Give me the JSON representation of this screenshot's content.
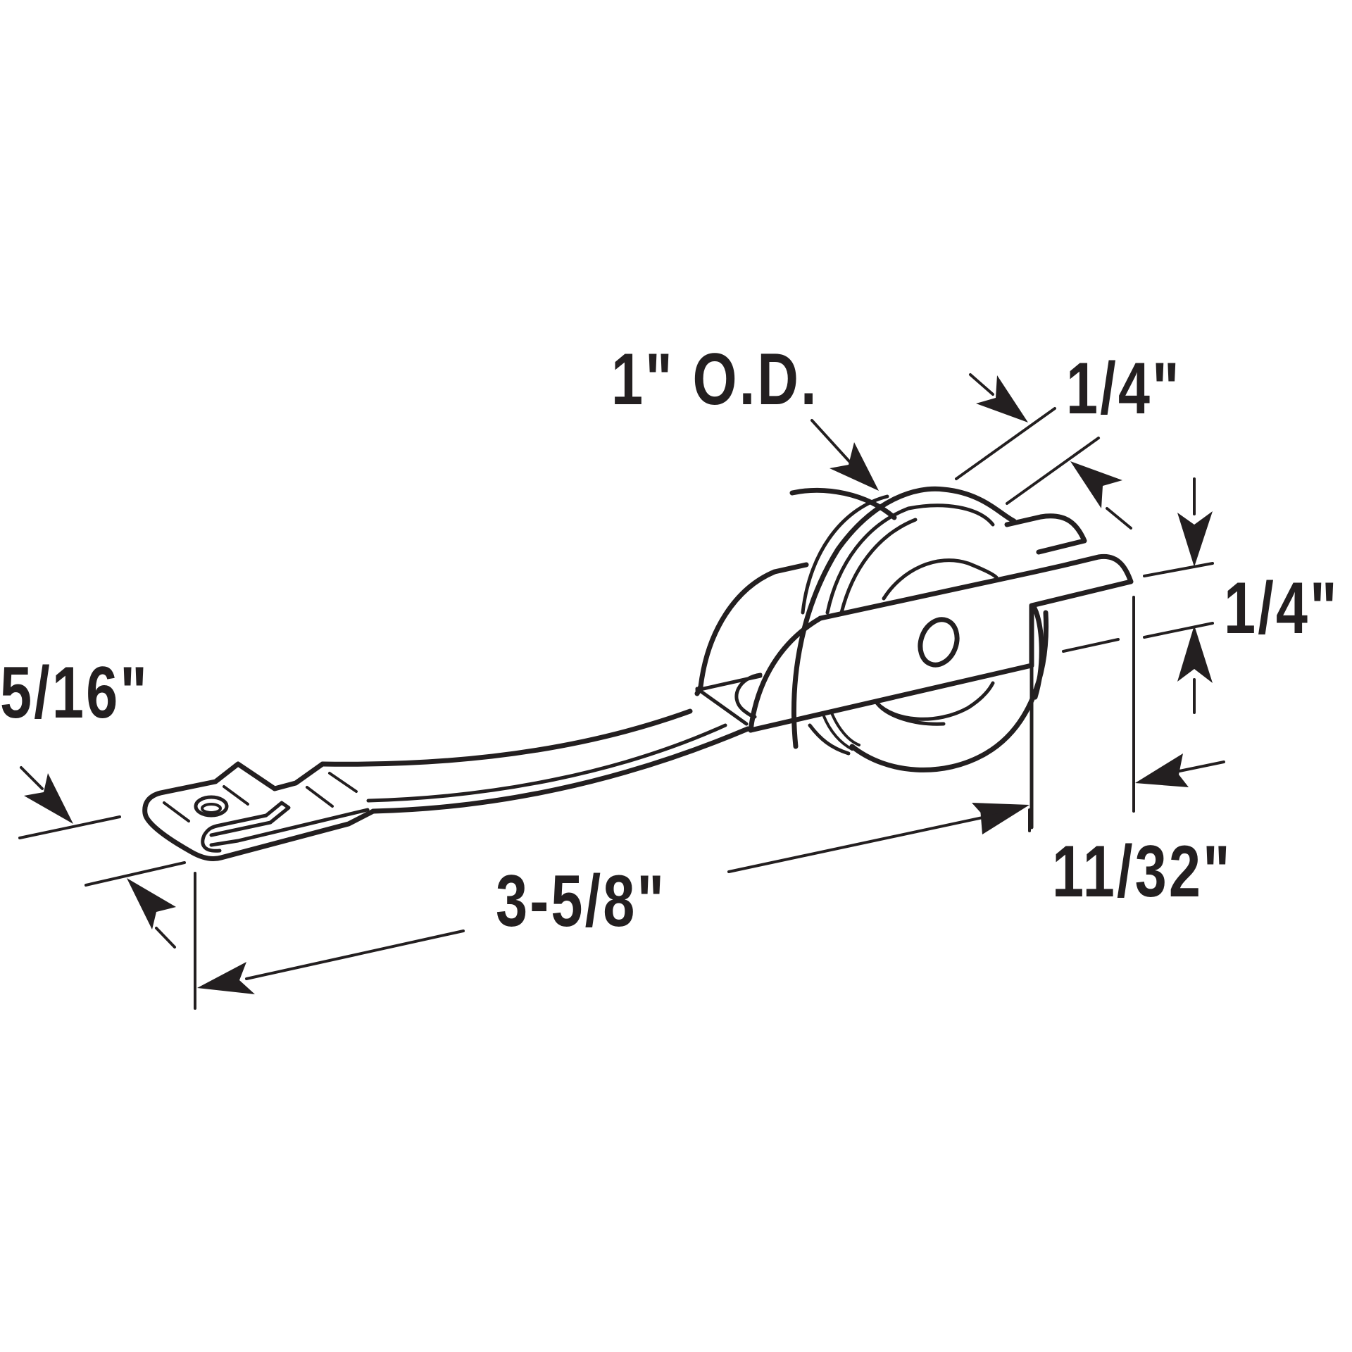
{
  "diagram": {
    "subject": "sliding door roller assembly",
    "line_color": "#231f20",
    "background": "#ffffff",
    "dimensions": {
      "wheel_od": "1\" O.D.",
      "wheel_width": "1/4\"",
      "bracket_height": "1/4\"",
      "tab_width": "5/16\"",
      "overall_length": "3-5/8\"",
      "offset": "11/32\""
    }
  }
}
